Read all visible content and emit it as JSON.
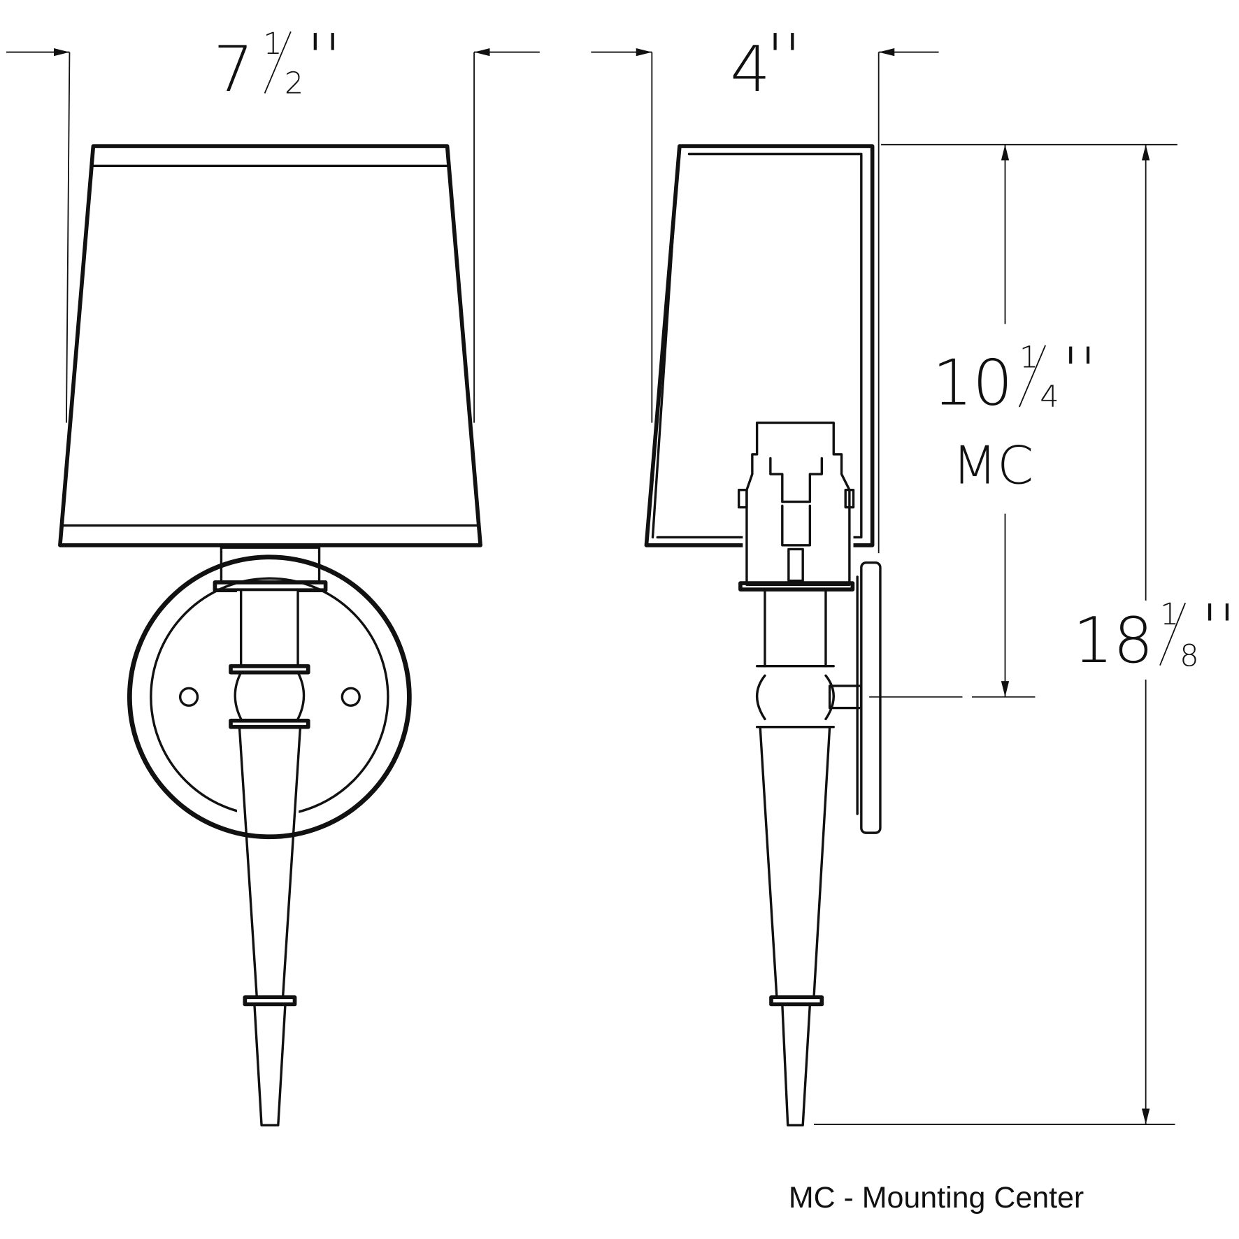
{
  "dimensions": {
    "width": {
      "whole": "7",
      "num": "1",
      "den": "2",
      "unit": "''"
    },
    "depth": {
      "whole": "4",
      "unit": "''"
    },
    "mounting_height": {
      "whole": "10",
      "num": "1",
      "den": "4",
      "unit": "''",
      "suffix": "MC"
    },
    "overall_height": {
      "whole": "18",
      "num": "1",
      "den": "8",
      "unit": "''"
    }
  },
  "legend": {
    "text": "MC - Mounting Center"
  },
  "colors": {
    "line": "#111111",
    "background": "#ffffff"
  }
}
